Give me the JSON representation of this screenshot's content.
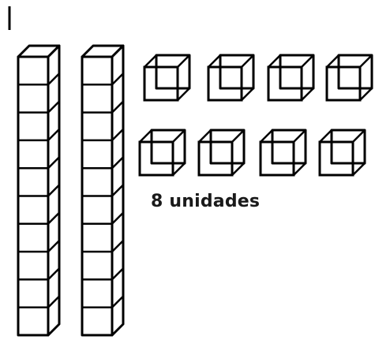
{
  "diagram": {
    "tens_rods": 2,
    "cubes_per_rod": 10,
    "unit_cubes": 8,
    "caption": "8 unidades",
    "stroke_color": "#000000",
    "fill_color": "#ffffff",
    "text_color": "#1a1a1a"
  }
}
